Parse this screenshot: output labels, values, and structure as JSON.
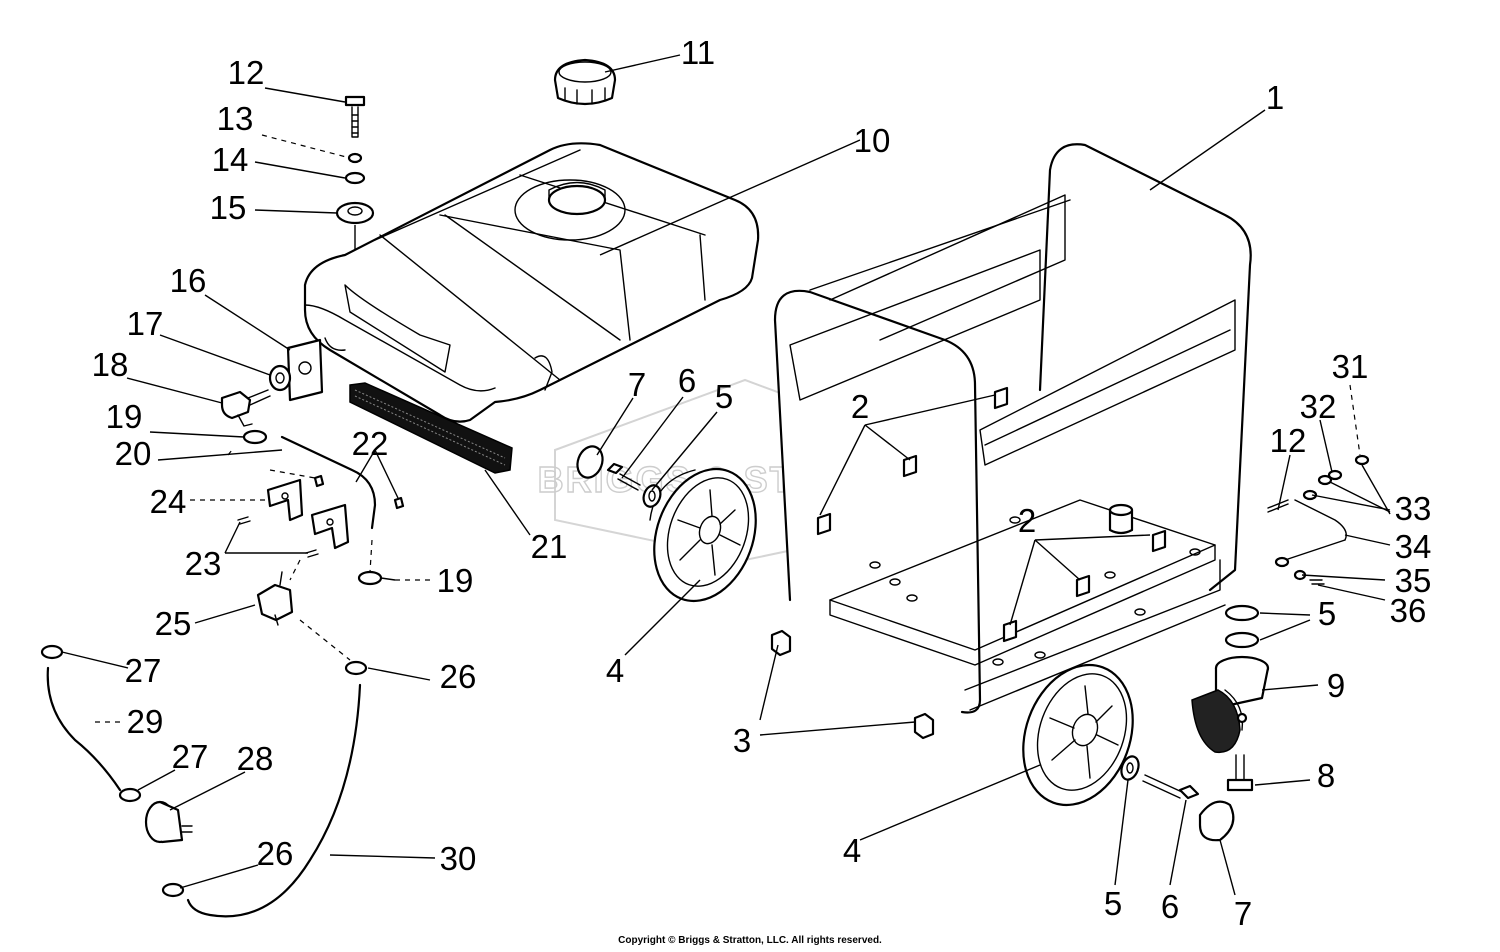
{
  "watermark": "BRIGGS & STRATTON",
  "copyright": "Copyright © Briggs & Stratton, LLC. All rights reserved.",
  "callouts": [
    "1",
    "2",
    "2",
    "3",
    "4",
    "4",
    "5",
    "5",
    "5",
    "6",
    "6",
    "7",
    "7",
    "8",
    "9",
    "10",
    "11",
    "12",
    "12",
    "13",
    "14",
    "15",
    "16",
    "17",
    "18",
    "19",
    "19",
    "20",
    "21",
    "22",
    "23",
    "24",
    "25",
    "26",
    "26",
    "27",
    "27",
    "28",
    "29",
    "30",
    "31",
    "32",
    "33",
    "34",
    "35",
    "36"
  ]
}
